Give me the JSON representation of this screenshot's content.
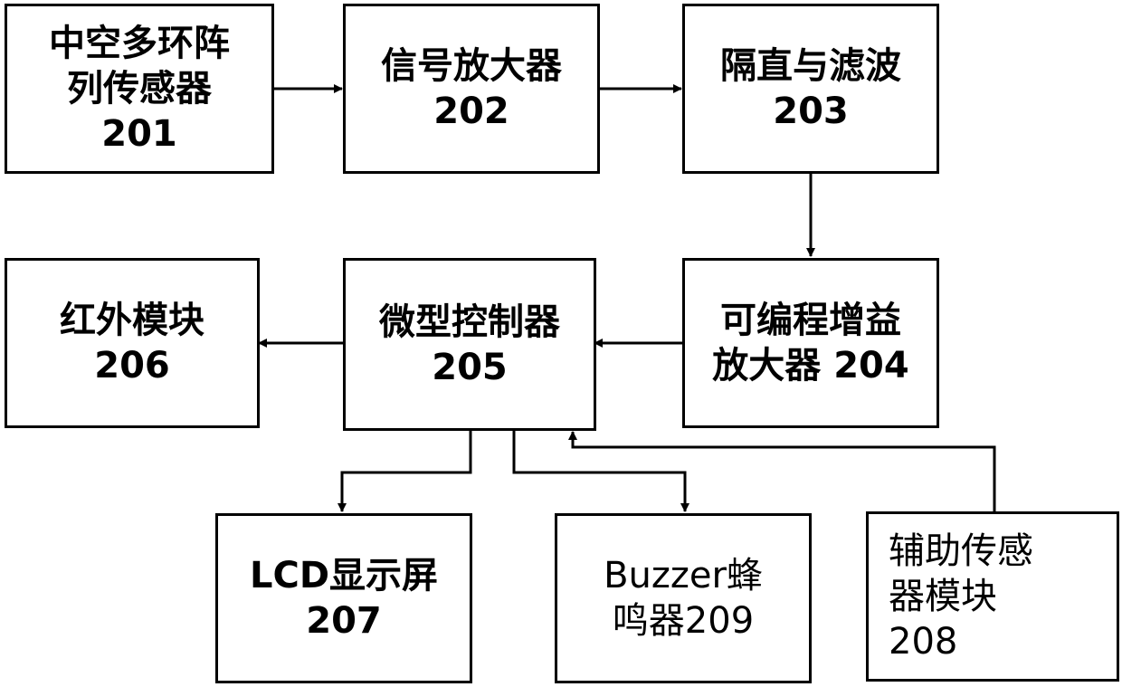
{
  "nodes": {
    "n201": {
      "label": "中空多环阵\n列传感器\n201"
    },
    "n202": {
      "label": "信号放大器\n202"
    },
    "n203": {
      "label": "隔直与滤波\n203"
    },
    "n204": {
      "label": "可编程增益\n放大器 204"
    },
    "n205": {
      "label": "微型控制器\n205"
    },
    "n206": {
      "label": "红外模块\n206"
    },
    "n207": {
      "label": "LCD显示屏\n207"
    },
    "n208": {
      "label": "辅助传感\n器模块\n208"
    },
    "n209": {
      "label": "Buzzer蜂\n鸣器209"
    }
  },
  "colors": {
    "stroke": "#000000",
    "background": "#ffffff"
  }
}
